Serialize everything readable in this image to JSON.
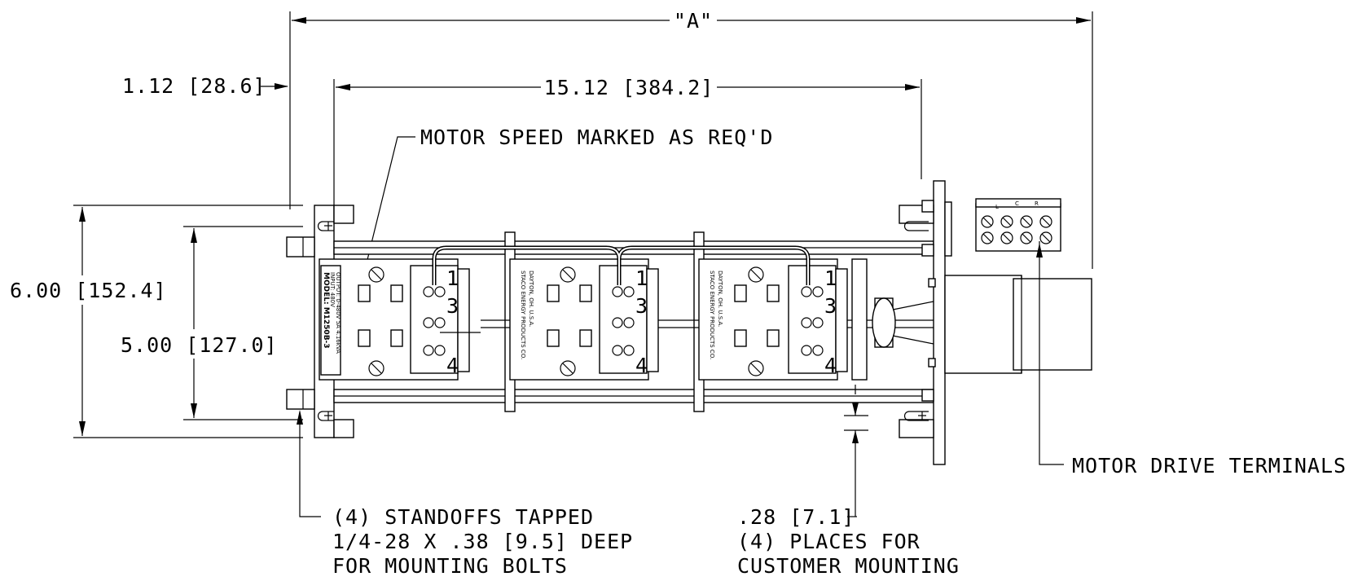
{
  "dimensions": {
    "overall_a": "\"A\"",
    "offset": "1.12 [28.6]",
    "length": "15.12 [384.2]",
    "height_outer": "6.00 [152.4]",
    "height_inner": "5.00 [127.0]",
    "slot": ".28 [7.1]"
  },
  "callouts": {
    "motor_speed": "MOTOR SPEED MARKED AS REQ'D",
    "terminals": "MOTOR DRIVE TERMINALS",
    "standoffs_line1": "(4) STANDOFFS TAPPED",
    "standoffs_line2": "1/4-28 X .38 [9.5] DEEP",
    "standoffs_line3": "FOR MOUNTING BOLTS",
    "places_line1": "(4) PLACES FOR",
    "places_line2": "CUSTOMER MOUNTING"
  },
  "nameplate": {
    "model": "MODEL: M1250B-3",
    "input": "INPUT: 480V",
    "output": "OUTPUT: 0-480V 5A 4.16kVA"
  },
  "maker": {
    "line1": "STACO ENERGY PRODUCTS CO.",
    "line2": "DAYTON, OH. U.S.A."
  },
  "terminal_letters": [
    "L",
    "C",
    "R"
  ],
  "brush_numbers": [
    "1",
    "3",
    "4"
  ]
}
